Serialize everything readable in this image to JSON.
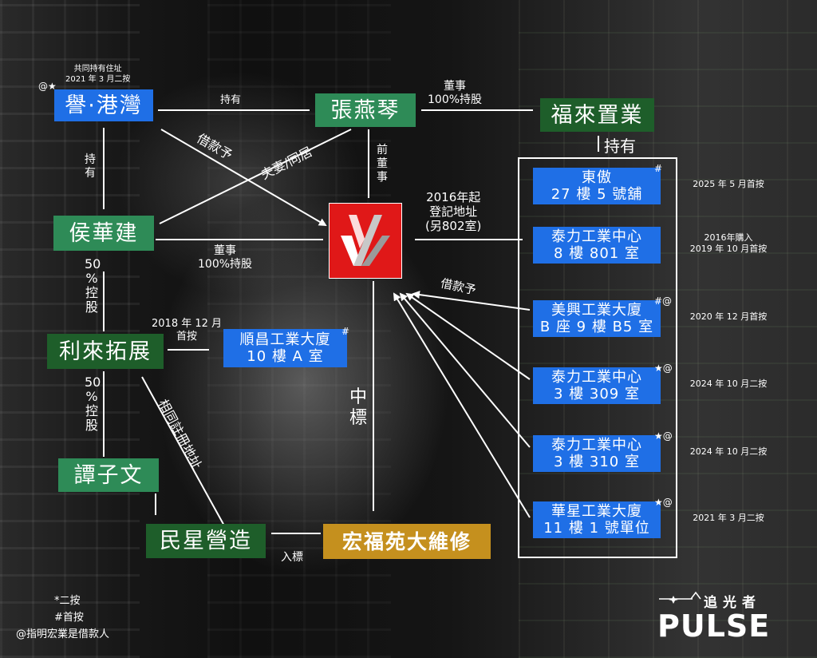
{
  "nodes": {
    "yu_kong_wan": "譽·港灣",
    "cheung_yin_kam": "張燕琴",
    "fook_loi": "福來置業",
    "hau_wah_kin": "侯華建",
    "lee_loi": "利來拓展",
    "tam_tsz_man": "譚子文",
    "man_sing": "民星營造",
    "wang_fuk": "宏福苑大維修",
    "shun_cheong": "順昌工業大廈\n10 樓 A 室"
  },
  "properties": [
    {
      "text": "東傲\n27 樓 5 號舖",
      "mark": "#",
      "date": "2025 年 5 月首按"
    },
    {
      "text": "泰力工業中心\n8 樓 801 室",
      "mark": "",
      "date": "2016年購入\n2019 年 10 月首按"
    },
    {
      "text": "美興工業大廈\nB 座 9 樓 B5 室",
      "mark": "#@",
      "date": "2020 年 12 月首按"
    },
    {
      "text": "泰力工業中心\n3 樓 309 室",
      "mark": "★@",
      "date": "2024 年 10 月二按"
    },
    {
      "text": "泰力工業中心\n3 樓 310 室",
      "mark": "★@",
      "date": "2024 年 10 月二按"
    },
    {
      "text": "華星工業大廈\n11 樓 1 號單位",
      "mark": "★@",
      "date": "2021 年 3 月二按"
    }
  ],
  "labels": {
    "yu_note": "共同持有住址\n2021 年 3 月二按",
    "yu_mark": "@★",
    "chi_you_top": "持有",
    "director_fook": "董事\n100%持股",
    "chi_you_fook": "持有",
    "chi_you_left": "持\n有",
    "jie_kuan_1": "借款予",
    "fu_qi": "夫妻/同居",
    "qian_dong_shi": "前\n董\n事",
    "reg_addr": "2016年起\n登記地址\n(另802室)",
    "director_hau": "董事\n100%持股",
    "jie_kuan_2": "借款予",
    "kong_gu_1": "50\n%\n控\n股",
    "kong_gu_2": "50\n%\n控\n股",
    "shun_cheong_date": "2018 年 12 月\n首按",
    "shun_cheong_mark": "#",
    "same_addr": "相同註冊地址",
    "zhong_biao": "中\n標",
    "ru_biao": "入標"
  },
  "legend": [
    "*二按",
    "#首按",
    "@指明宏業是借款人"
  ],
  "brand": {
    "chinese": "追光者",
    "english": "PULSE"
  },
  "colors": {
    "green": "#2e8b57",
    "dark_green": "#1e5e2a",
    "blue": "#1f6fe6",
    "gold": "#c5901e",
    "logo_red": "#e01818"
  }
}
